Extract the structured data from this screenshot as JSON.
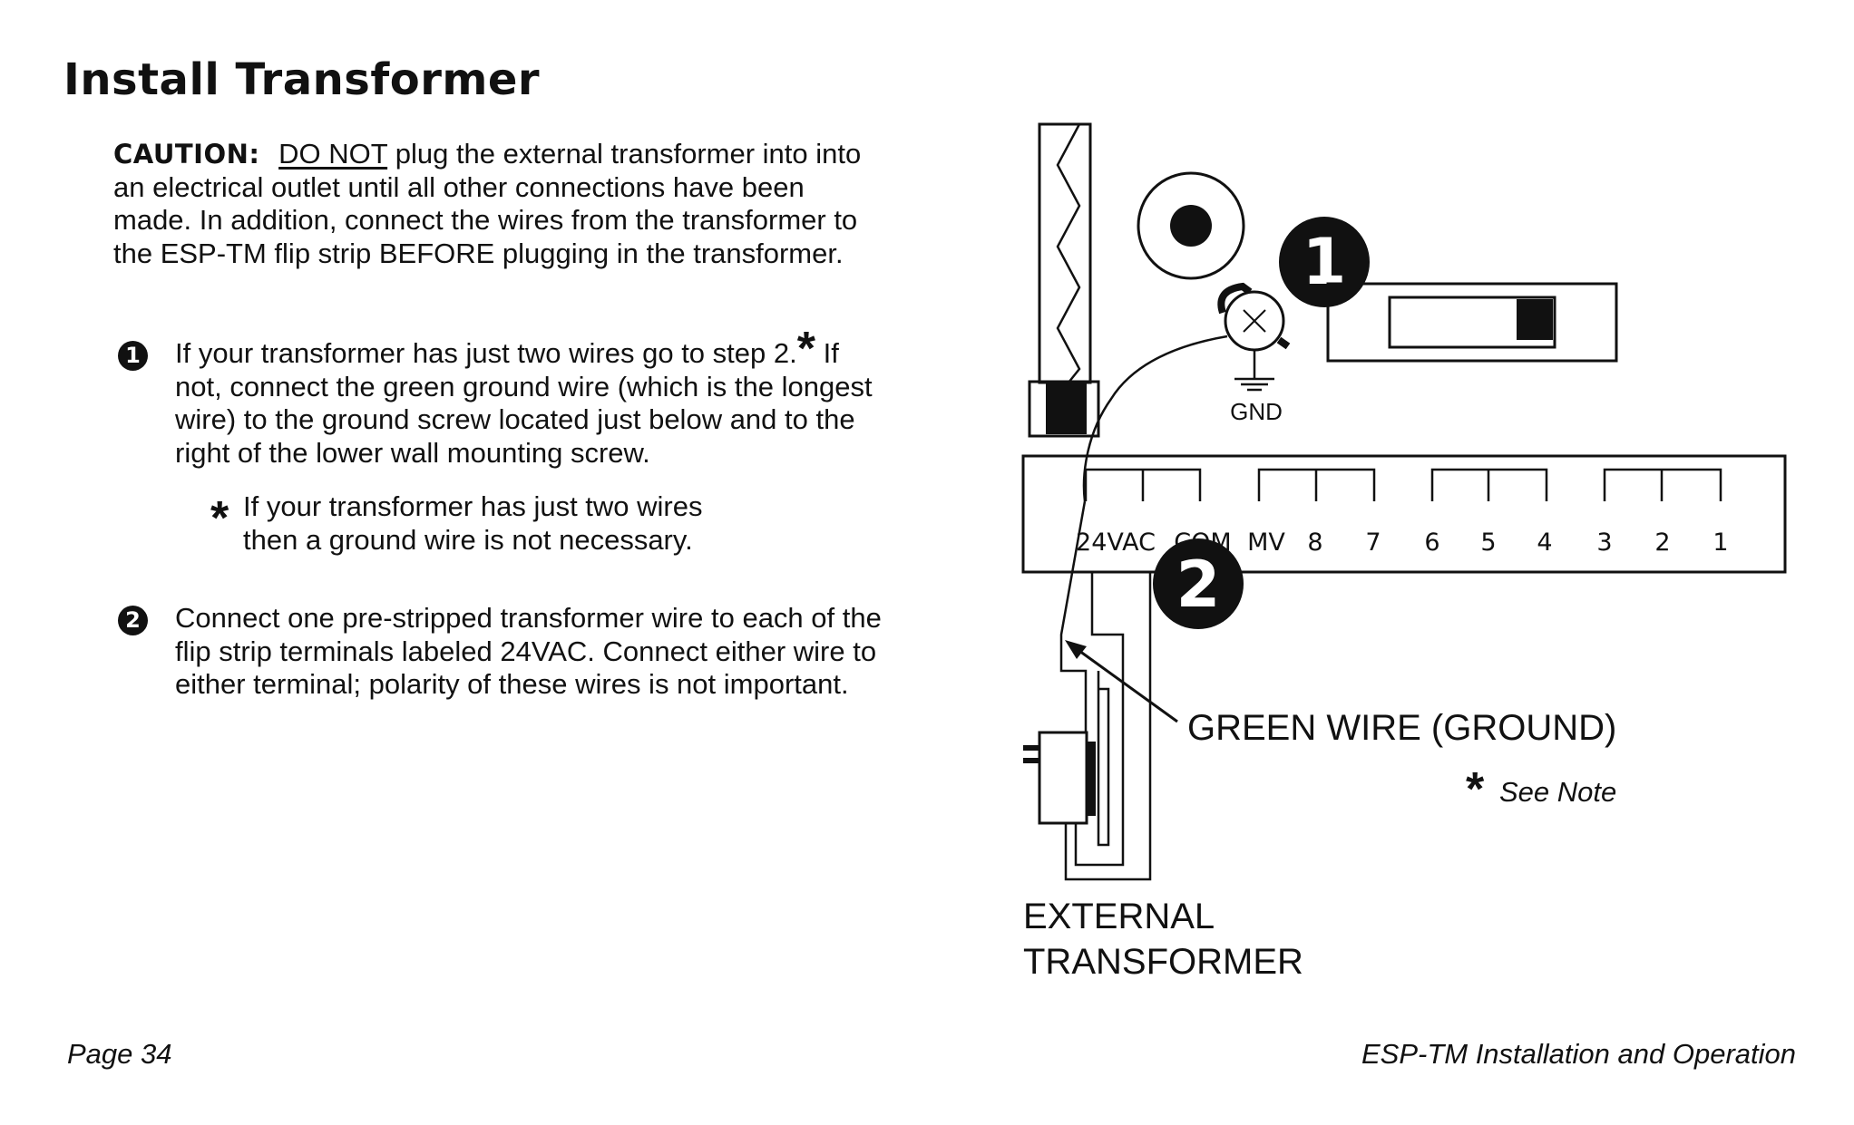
{
  "page": {
    "title": "Install Transformer",
    "page_number": "Page 34",
    "document_title": "ESP-TM Installation and Operation"
  },
  "caution": {
    "label": "CAUTION:",
    "emphasis": "DO NOT",
    "text": " plug the external transformer into into an electrical outlet until all other connections have been made. In addition, connect the wires from the transformer to the ESP-TM flip strip BEFORE plugging in the transformer."
  },
  "steps": [
    {
      "number": "1",
      "text": "If your transformer has just two wires go to step 2.",
      "marker": "*",
      "continuation": "If not, connect the green ground wire (which is the longest wire) to the ground screw located just below and to the right of the lower wall mounting screw."
    },
    {
      "number": "2",
      "text": "Connect one pre-stripped transformer wire to each of the flip strip terminals labeled 24VAC. Connect either wire to either terminal; polarity of these wires is not important."
    }
  ],
  "note": {
    "marker": "*",
    "text": "If your transformer has just two wires then a ground wire is not necessary."
  },
  "diagram": {
    "callout_1": "1",
    "callout_2": "2",
    "ground_label": "GND",
    "terminal_labels": [
      "24VAC",
      "COM",
      "MV",
      "8",
      "7",
      "6",
      "5",
      "4",
      "3",
      "2",
      "1"
    ],
    "green_wire_label": "GREEN WIRE (GROUND)",
    "see_note_marker": "*",
    "see_note": "See Note",
    "transformer_label_line1": "EXTERNAL",
    "transformer_label_line2": "TRANSFORMER"
  }
}
